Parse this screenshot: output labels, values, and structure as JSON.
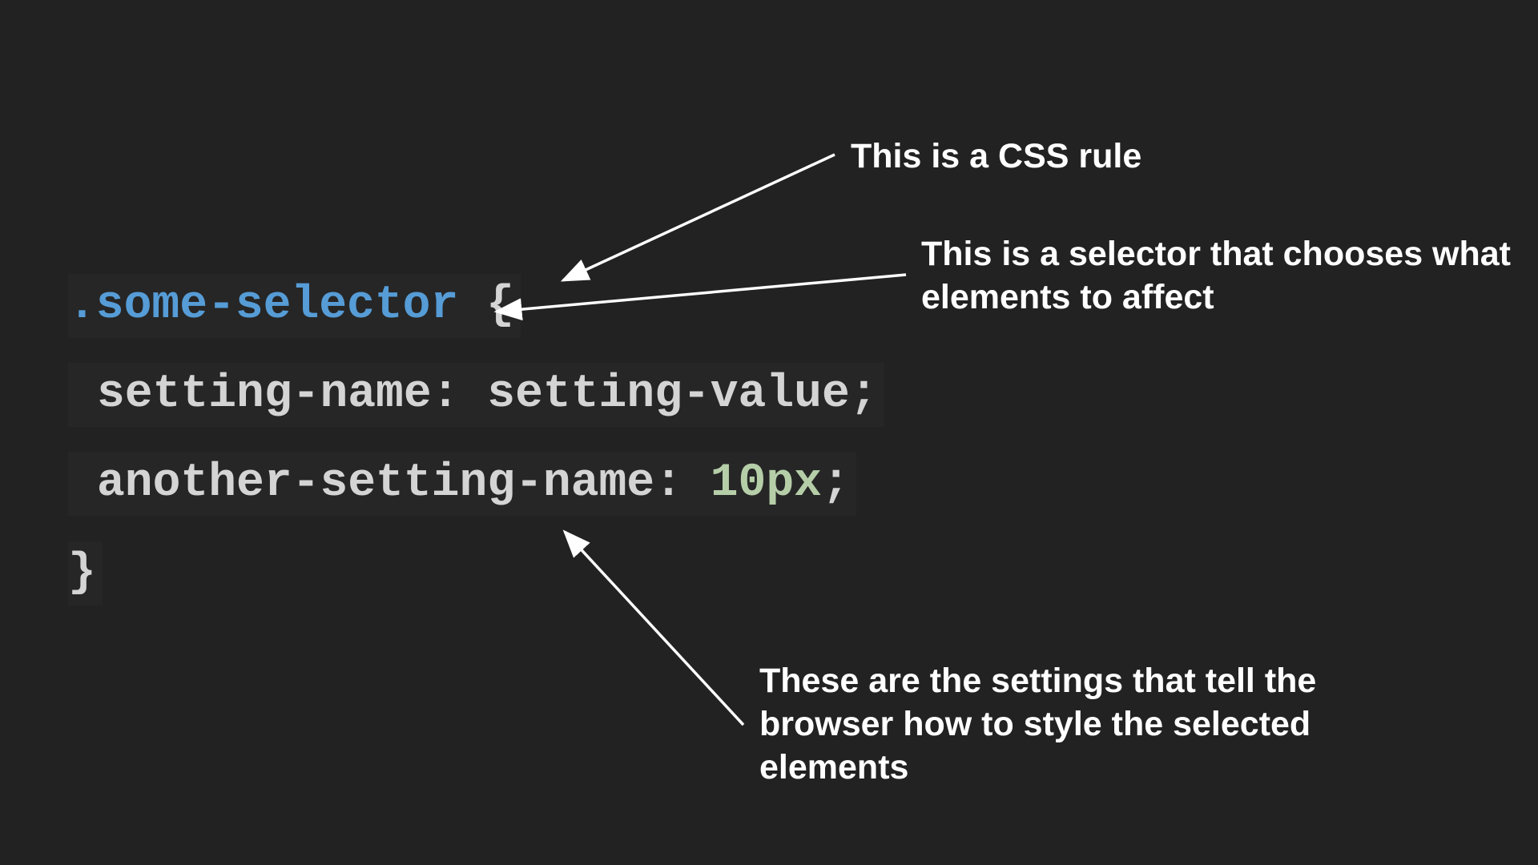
{
  "code": {
    "line1": {
      "selector": ".some-selector",
      "brace": " {"
    },
    "line2": {
      "property": "setting-name",
      "colon": ": ",
      "value": "setting-value",
      "semicolon": ";"
    },
    "line3": {
      "property": "another-setting-name",
      "colon": ": ",
      "value": "10px",
      "semicolon": ";"
    },
    "line4": {
      "brace": "}"
    }
  },
  "annotations": {
    "rule": "This is a CSS rule",
    "selector": "This is a selector that chooses what elements to affect",
    "settings": "These are the settings that tell the browser how to style the selected elements"
  },
  "colors": {
    "background": "#222222",
    "code_background": "#262626",
    "code_text": "#d4d4d4",
    "selector": "#569cd6",
    "number": "#b5cea8",
    "annotation_text": "#ffffff",
    "arrow": "#ffffff"
  }
}
